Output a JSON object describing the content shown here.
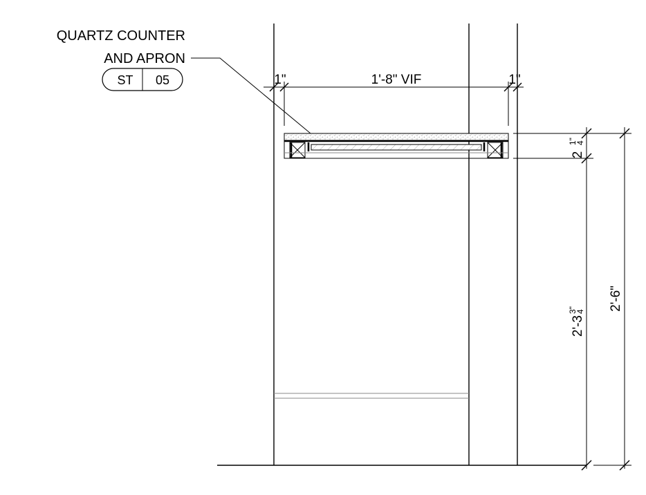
{
  "callout": {
    "line1": "QUARTZ COUNTER",
    "line2": "AND  APRON",
    "tag_left": "ST",
    "tag_right": "05"
  },
  "dimensions": {
    "left_gap": "1\"",
    "width": "1'-8\" VIF",
    "right_gap": "1\"",
    "counter_thickness_whole": "2",
    "counter_thickness_num": "1\"",
    "counter_thickness_den": "4",
    "height_to_counter_whole": "2'-3",
    "height_to_counter_num": "3\"",
    "height_to_counter_den": "4",
    "overall_height": "2'-6\""
  },
  "colors": {
    "line": "#000000",
    "hidden": "#8a8a8a",
    "background": "#ffffff"
  }
}
